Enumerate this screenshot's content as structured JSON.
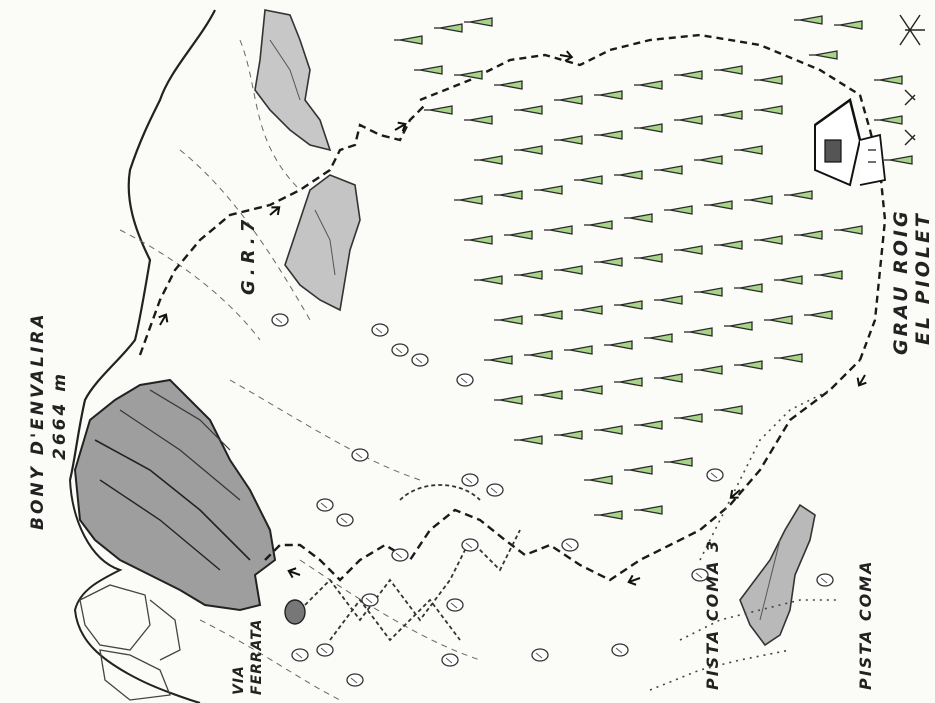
{
  "map": {
    "peak_name": "BONY D'ENVALIRA",
    "peak_elevation": "2664 m",
    "trail_label": "G.R.7",
    "route_label": "GRAU ROIG",
    "hotel_label": "EL PIOLET",
    "piste_upper": "PISTA COMA 3",
    "piste_lower": "PISTA COMA",
    "via_line1": "VIA",
    "via_line2": "FERRATA",
    "colors": {
      "rock": "#a9a9a9",
      "rock_dark": "#8f8f8f",
      "tree": "#a8d48a",
      "trail": "#1a1a1a"
    },
    "icons": [
      "tree-icon",
      "hut-icon",
      "direction-arrow-icon",
      "boulder-icon"
    ]
  }
}
